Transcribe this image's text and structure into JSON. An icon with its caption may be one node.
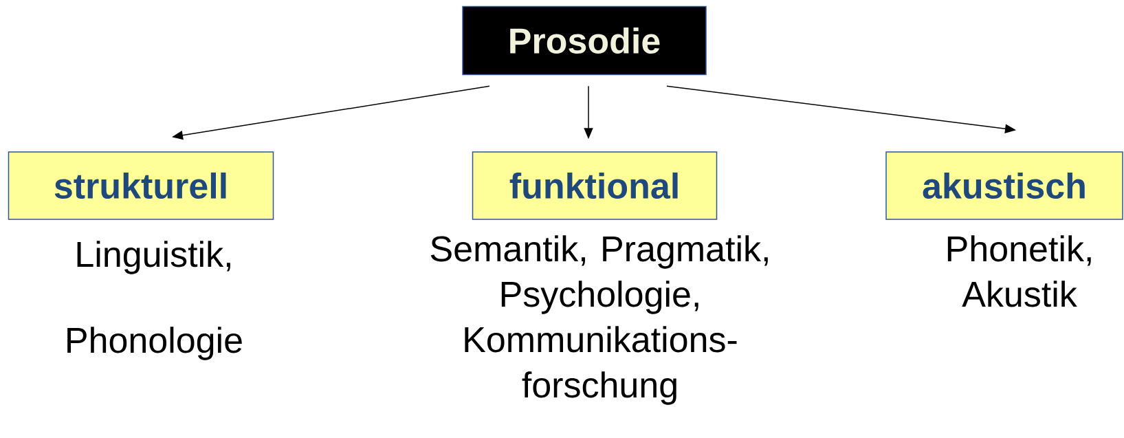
{
  "diagram": {
    "nodes": [
      {
        "text": [
          "Prosodie"
        ]
      },
      {
        "text": [
          "strukturell"
        ],
        "beside": [
          "Linguistik,",
          "Phonologie"
        ]
      },
      {
        "text": [
          "funktional"
        ],
        "beside": [
          "Semantik, Pragmatik, Psychologie, Kommunikations- forschung"
        ]
      },
      {
        "text": [
          "akustisch"
        ],
        "beside": [
          "Phonetik, Akustik"
        ]
      }
    ],
    "edges": [
      {
        "from": 0,
        "to": 1,
        "arrow": "to"
      },
      {
        "from": 0,
        "to": 2,
        "arrow": "to"
      },
      {
        "from": 0,
        "to": 3,
        "arrow": "to"
      }
    ]
  }
}
